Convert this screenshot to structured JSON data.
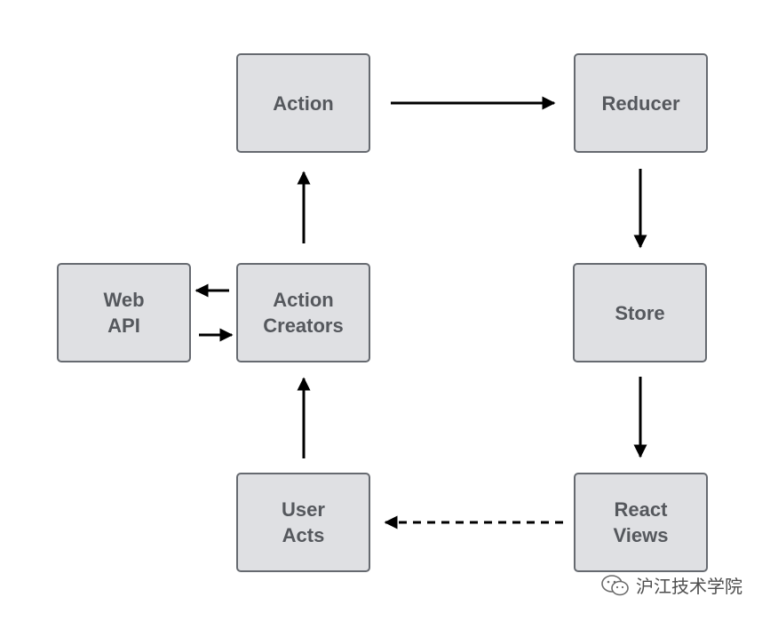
{
  "diagram": {
    "title": "",
    "colors": {
      "node_fill": "#dfe0e3",
      "node_border": "#666a70",
      "node_text": "#55585d",
      "arrow": "#000000"
    },
    "nodes": {
      "action": "Action",
      "reducer": "Reducer",
      "web_api": "Web\nAPI",
      "action_creators": "Action\nCreators",
      "store": "Store",
      "user_acts": "User\nActs",
      "react_views": "React\nViews"
    },
    "edges": [
      {
        "from": "Action",
        "to": "Reducer",
        "style": "solid"
      },
      {
        "from": "Reducer",
        "to": "Store",
        "style": "solid"
      },
      {
        "from": "Store",
        "to": "React Views",
        "style": "solid"
      },
      {
        "from": "React Views",
        "to": "User Acts",
        "style": "dashed"
      },
      {
        "from": "User Acts",
        "to": "Action Creators",
        "style": "solid"
      },
      {
        "from": "Action Creators",
        "to": "Action",
        "style": "solid"
      },
      {
        "from": "Action Creators",
        "to": "Web API",
        "style": "solid"
      },
      {
        "from": "Web API",
        "to": "Action Creators",
        "style": "solid"
      }
    ]
  },
  "watermark": {
    "text": "沪江技术学院",
    "icon": "wechat-icon"
  }
}
